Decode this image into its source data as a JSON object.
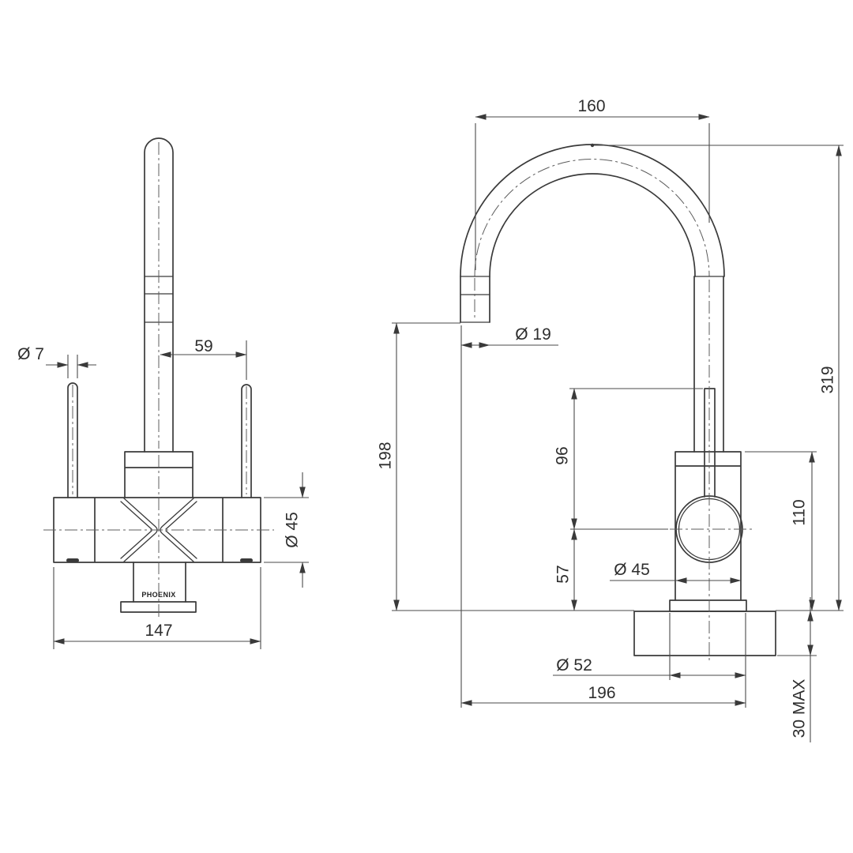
{
  "drawing": {
    "brand_label": "PHOENIX",
    "front_view": {
      "handle_diameter": "Ø 7",
      "handle_offset": "59",
      "body_diameter": "Ø 45",
      "overall_width": "147"
    },
    "side_view": {
      "spout_reach": "160",
      "spout_tube_diameter": "Ø 19",
      "spout_outlet_height": "198",
      "lever_top_to_center": "96",
      "center_to_bench": "57",
      "overall_height": "319",
      "body_height": "110",
      "body_diameter": "Ø 45",
      "base_diameter": "Ø 52",
      "overall_projection": "196",
      "bench_thickness_max": "30 MAX"
    }
  }
}
